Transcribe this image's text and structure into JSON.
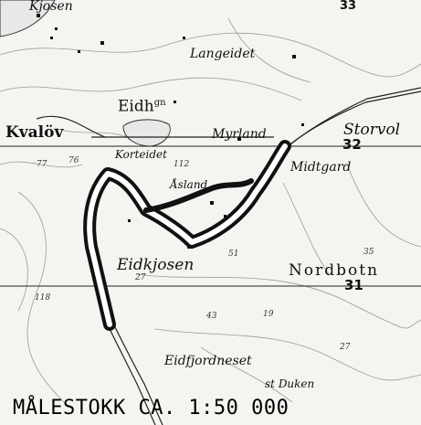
{
  "map": {
    "title_scale": "MÅLESTOKK CA. 1:50 000",
    "places": {
      "kjosen": "Kjosen",
      "langeidet": "Langeidet",
      "eidh": "Eidh",
      "eidh_suffix": "gn",
      "kvalov": "Kvalöv",
      "korteidet": "Korteidet",
      "myrland": "Myrland",
      "storvol": "Storvol",
      "midtgard": "Midtgard",
      "aslan": "Åsland",
      "eidkjosen": "Eidkjosen",
      "nordbotn": "Nordbotn",
      "eidfjordneset": "Eidfjordneset",
      "duken": "Duken",
      "duken_prefix": "st"
    },
    "grid_labels": {
      "north": "32",
      "south": "31",
      "top_edge": "33"
    },
    "spot_heights": [
      "76",
      "112",
      "51",
      "35",
      "27",
      "118",
      "43",
      "19",
      "27",
      "77"
    ],
    "colors": {
      "route_casing": "#111111",
      "route_fill": "#ffffff",
      "water": "#e8e9e6",
      "land": "#f4f4f1",
      "ink": "#111111"
    }
  }
}
